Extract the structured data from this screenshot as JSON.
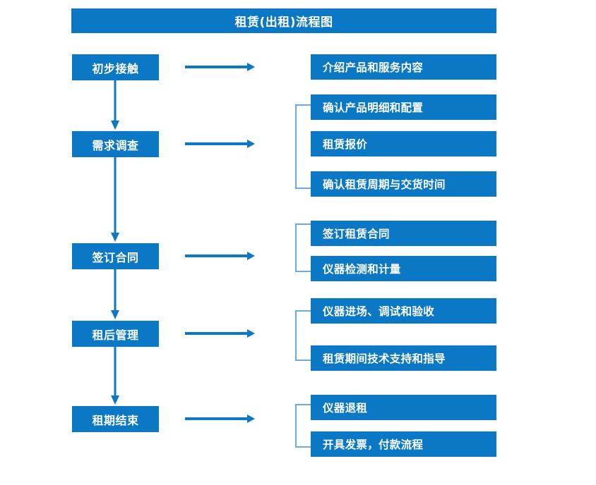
{
  "chart_title": "租赁(出租)流程图",
  "colors": {
    "box_blue": "#0a78c4",
    "bracket_blue": "#6aaadd",
    "text_white": "#ffffff",
    "background": "#ffffff"
  },
  "stages": [
    {
      "label": "初步接触"
    },
    {
      "label": "需求调查"
    },
    {
      "label": "签订合同"
    },
    {
      "label": "租后管理"
    },
    {
      "label": "租期结束"
    }
  ],
  "details": [
    {
      "label": "介绍产品和服务内容"
    },
    {
      "label": "确认产品明细和配置"
    },
    {
      "label": "租赁报价"
    },
    {
      "label": "确认租赁周期与交货时间"
    },
    {
      "label": "签订租赁合同"
    },
    {
      "label": "仪器检测和计量"
    },
    {
      "label": "仪器进场、调试和验收"
    },
    {
      "label": "租赁期间技术支持和指导"
    },
    {
      "label": "仪器退租"
    },
    {
      "label": "开具发票，付款流程"
    }
  ],
  "icons": {
    "right_arrow": "right-arrow-icon",
    "down_arrow": "down-arrow-icon",
    "bracket": "group-bracket-icon"
  }
}
